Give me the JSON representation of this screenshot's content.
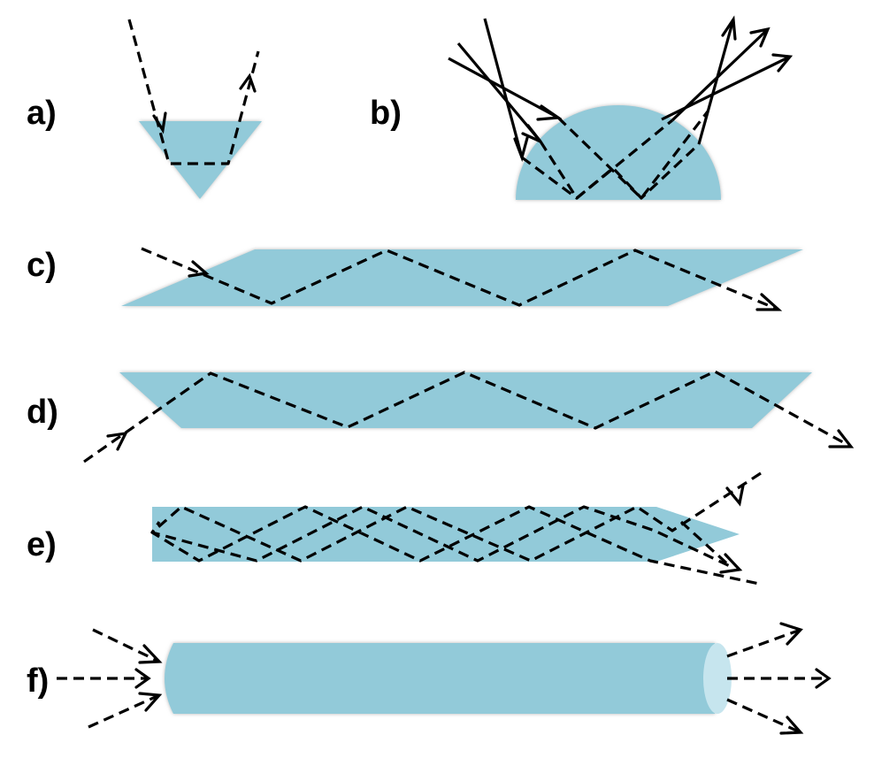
{
  "figure": {
    "panels": [
      {
        "id": "a",
        "label": "a)",
        "shape": "inverted-triangle"
      },
      {
        "id": "b",
        "label": "b)",
        "shape": "hemisphere"
      },
      {
        "id": "c",
        "label": "c)",
        "shape": "parallelogram"
      },
      {
        "id": "d",
        "label": "d)",
        "shape": "trapezoid"
      },
      {
        "id": "e",
        "label": "e)",
        "shape": "slab-with-pointed-end"
      },
      {
        "id": "f",
        "label": "f)",
        "shape": "cylinder-fiber"
      }
    ],
    "colors": {
      "crystal": "#92cad9",
      "crystal_end_face": "#c6e5ee",
      "ray": "#000000",
      "background": "#ffffff"
    }
  }
}
